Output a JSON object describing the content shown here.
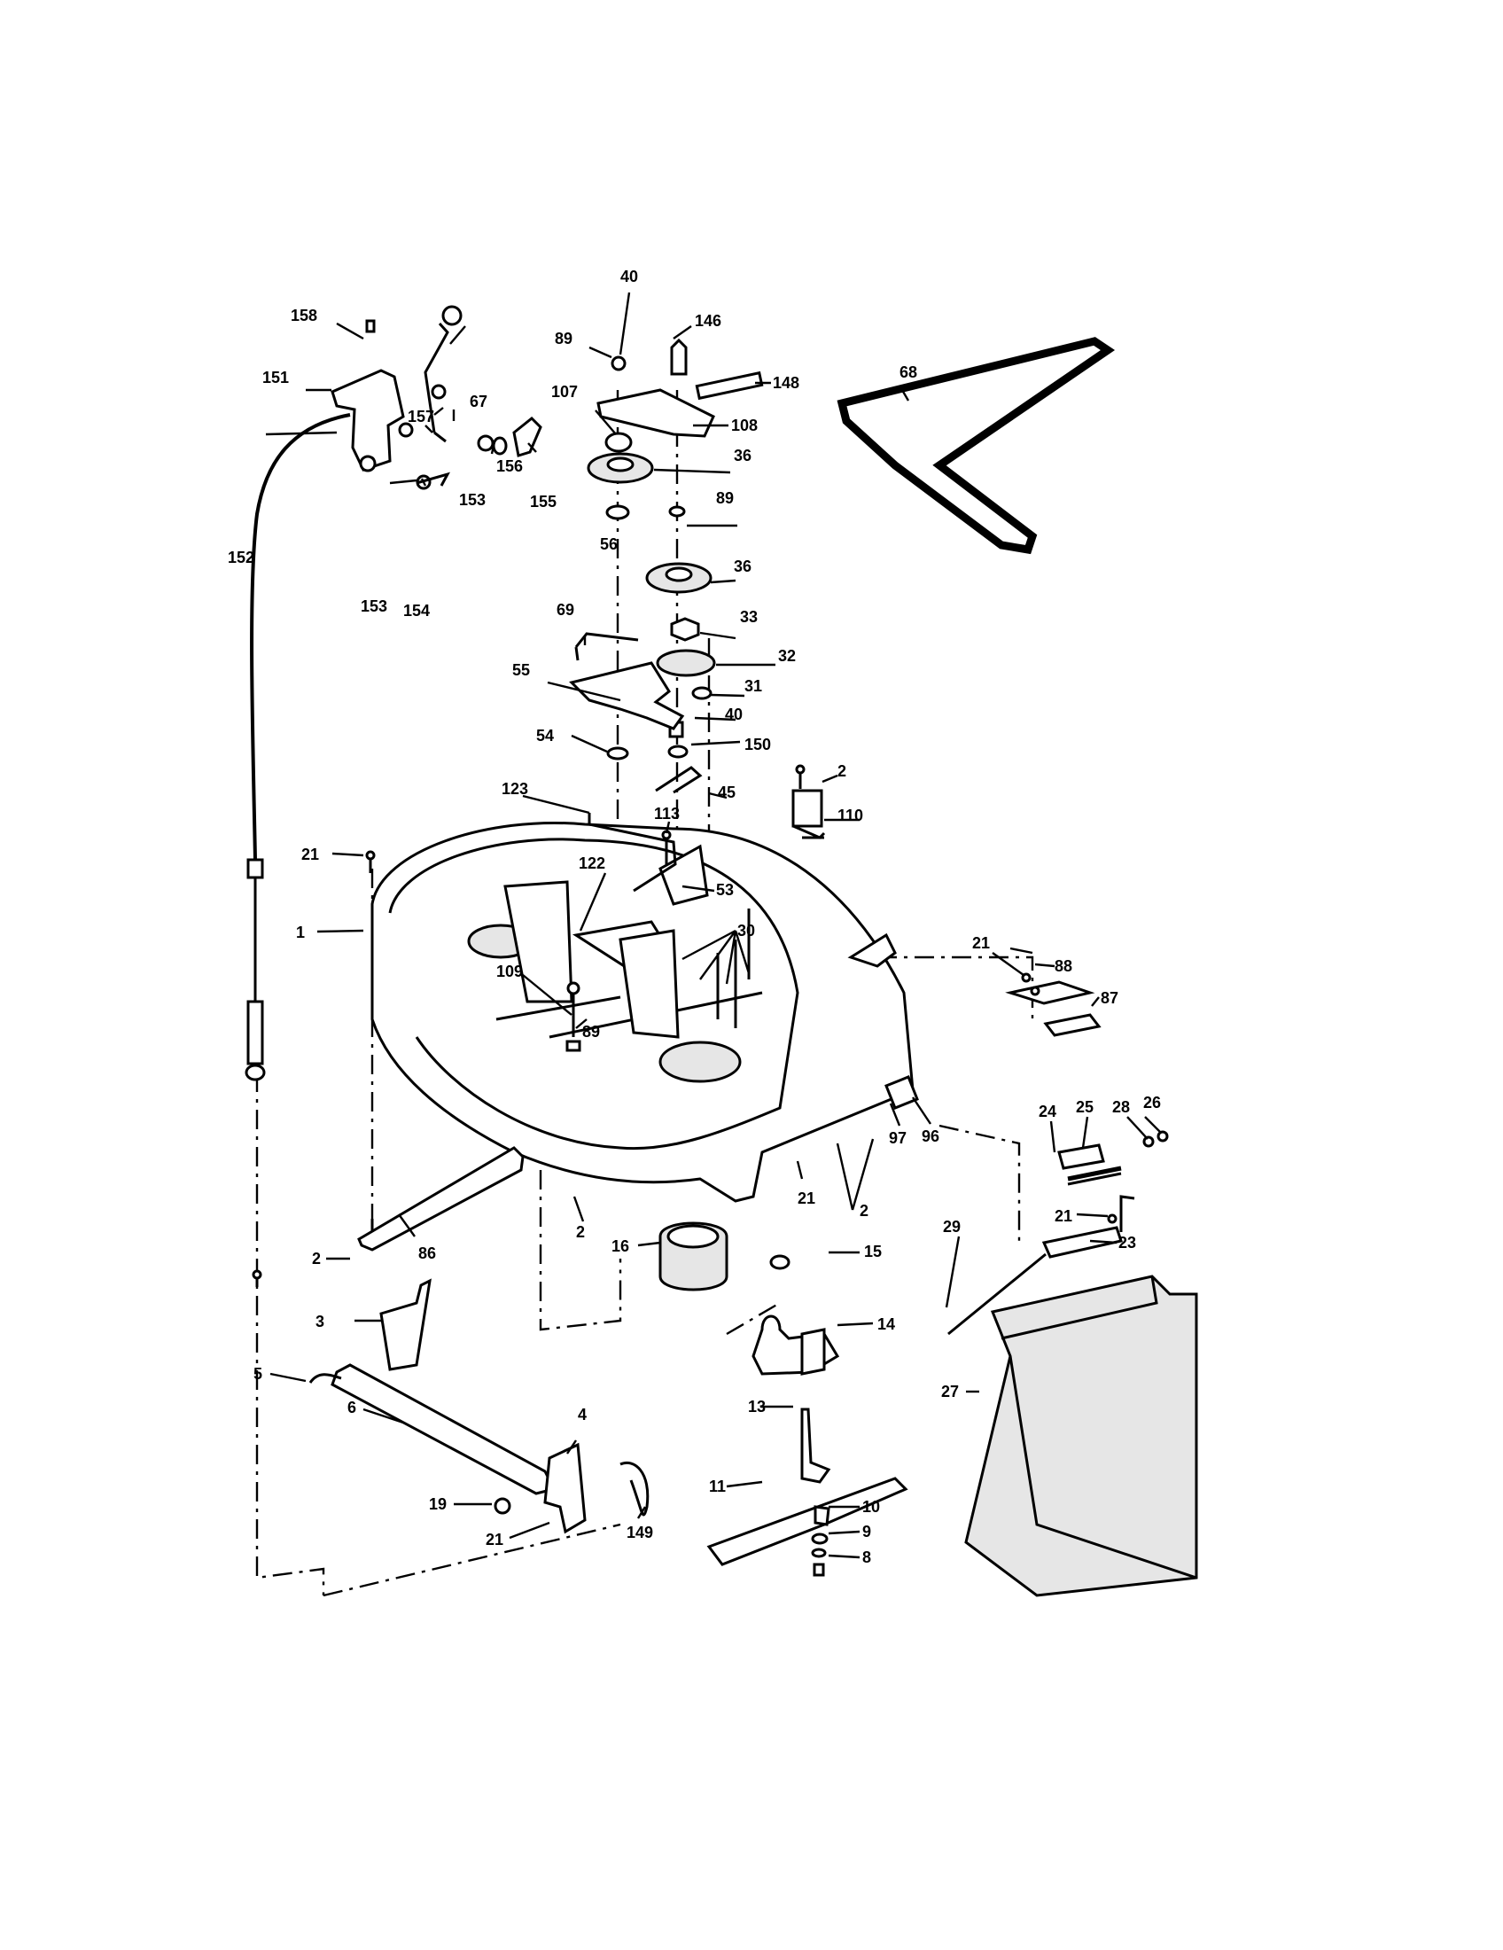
{
  "diagram": {
    "callouts": [
      {
        "id": "c40a",
        "text": "40"
      },
      {
        "id": "c146",
        "text": "146"
      },
      {
        "id": "c89a",
        "text": "89"
      },
      {
        "id": "c148",
        "text": "148"
      },
      {
        "id": "c68",
        "text": "68"
      },
      {
        "id": "c107",
        "text": "107"
      },
      {
        "id": "c108",
        "text": "108"
      },
      {
        "id": "c157",
        "text": "157"
      },
      {
        "id": "c67",
        "text": "67"
      },
      {
        "id": "c158",
        "text": "158"
      },
      {
        "id": "c36a",
        "text": "36"
      },
      {
        "id": "c89b",
        "text": "89"
      },
      {
        "id": "c156",
        "text": "156"
      },
      {
        "id": "c151",
        "text": "151"
      },
      {
        "id": "c153a",
        "text": "153"
      },
      {
        "id": "c155",
        "text": "155"
      },
      {
        "id": "c56",
        "text": "56"
      },
      {
        "id": "c152",
        "text": "152"
      },
      {
        "id": "c36b",
        "text": "36"
      },
      {
        "id": "c153b",
        "text": "153"
      },
      {
        "id": "c154",
        "text": "154"
      },
      {
        "id": "c33",
        "text": "33"
      },
      {
        "id": "c69",
        "text": "69"
      },
      {
        "id": "c32",
        "text": "32"
      },
      {
        "id": "c55",
        "text": "55"
      },
      {
        "id": "c31",
        "text": "31"
      },
      {
        "id": "c40b",
        "text": "40"
      },
      {
        "id": "c54",
        "text": "54"
      },
      {
        "id": "c150",
        "text": "150"
      },
      {
        "id": "c2a",
        "text": "2"
      },
      {
        "id": "c45",
        "text": "45"
      },
      {
        "id": "c123",
        "text": "123"
      },
      {
        "id": "c110",
        "text": "110"
      },
      {
        "id": "c113",
        "text": "113"
      },
      {
        "id": "c21a",
        "text": "21"
      },
      {
        "id": "c122",
        "text": "122"
      },
      {
        "id": "c53",
        "text": "53"
      },
      {
        "id": "c1",
        "text": "1"
      },
      {
        "id": "c30",
        "text": "30"
      },
      {
        "id": "c21b",
        "text": "21"
      },
      {
        "id": "c88",
        "text": "88"
      },
      {
        "id": "c109",
        "text": "109"
      },
      {
        "id": "c89c",
        "text": "89"
      },
      {
        "id": "c87",
        "text": "87"
      },
      {
        "id": "c28",
        "text": "28"
      },
      {
        "id": "c26",
        "text": "26"
      },
      {
        "id": "c25",
        "text": "25"
      },
      {
        "id": "c24",
        "text": "24"
      },
      {
        "id": "c97",
        "text": "97"
      },
      {
        "id": "c96",
        "text": "96"
      },
      {
        "id": "c21c",
        "text": "21"
      },
      {
        "id": "c21d",
        "text": "21"
      },
      {
        "id": "c2b",
        "text": "2"
      },
      {
        "id": "c2c",
        "text": "2"
      },
      {
        "id": "c23",
        "text": "23"
      },
      {
        "id": "c2d",
        "text": "2"
      },
      {
        "id": "c86",
        "text": "86"
      },
      {
        "id": "c16",
        "text": "16"
      },
      {
        "id": "c15",
        "text": "15"
      },
      {
        "id": "c29",
        "text": "29"
      },
      {
        "id": "c3",
        "text": "3"
      },
      {
        "id": "c14",
        "text": "14"
      },
      {
        "id": "c5",
        "text": "5"
      },
      {
        "id": "c27",
        "text": "27"
      },
      {
        "id": "c6",
        "text": "6"
      },
      {
        "id": "c4",
        "text": "4"
      },
      {
        "id": "c13",
        "text": "13"
      },
      {
        "id": "c19",
        "text": "19"
      },
      {
        "id": "c149",
        "text": "149"
      },
      {
        "id": "c11",
        "text": "11"
      },
      {
        "id": "c10",
        "text": "10"
      },
      {
        "id": "c21e",
        "text": "21"
      },
      {
        "id": "c9",
        "text": "9"
      },
      {
        "id": "c8",
        "text": "8"
      }
    ]
  }
}
